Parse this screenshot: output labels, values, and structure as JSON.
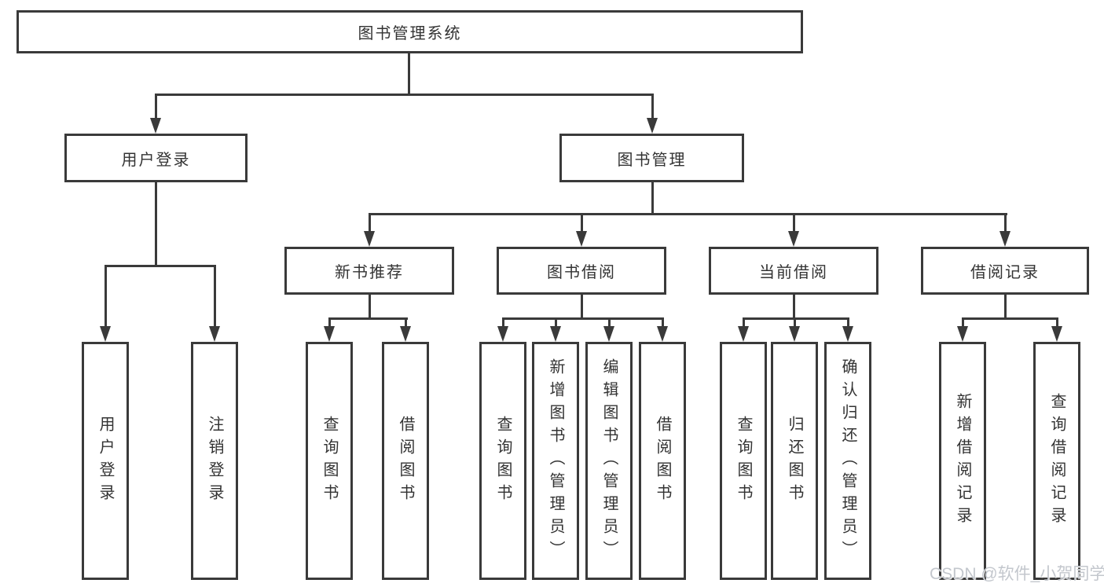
{
  "diagram": {
    "root": {
      "label": "图书管理系统",
      "children": [
        {
          "label": "用户登录",
          "children": [
            {
              "label": "用户登录"
            },
            {
              "label": "注销登录"
            }
          ]
        },
        {
          "label": "图书管理",
          "children": [
            {
              "label": "新书推荐",
              "children": [
                {
                  "label": "查询图书"
                },
                {
                  "label": "借阅图书"
                }
              ]
            },
            {
              "label": "图书借阅",
              "children": [
                {
                  "label": "查询图书"
                },
                {
                  "label": "新增图书（管理员）"
                },
                {
                  "label": "编辑图书（管理员）"
                },
                {
                  "label": "借阅图书"
                }
              ]
            },
            {
              "label": "当前借阅",
              "children": [
                {
                  "label": "查询图书"
                },
                {
                  "label": "归还图书"
                },
                {
                  "label": "确认归还（管理员）"
                }
              ]
            },
            {
              "label": "借阅记录",
              "children": [
                {
                  "label": "新增借阅记录"
                },
                {
                  "label": "查询借阅记录"
                }
              ]
            }
          ]
        }
      ]
    }
  },
  "watermark": {
    "text": "CSDN @软件_小贺同学"
  },
  "colors": {
    "line": "#3a3a3a",
    "text": "#333333",
    "watermark": "#c3c7cd",
    "background": "#ffffff"
  }
}
